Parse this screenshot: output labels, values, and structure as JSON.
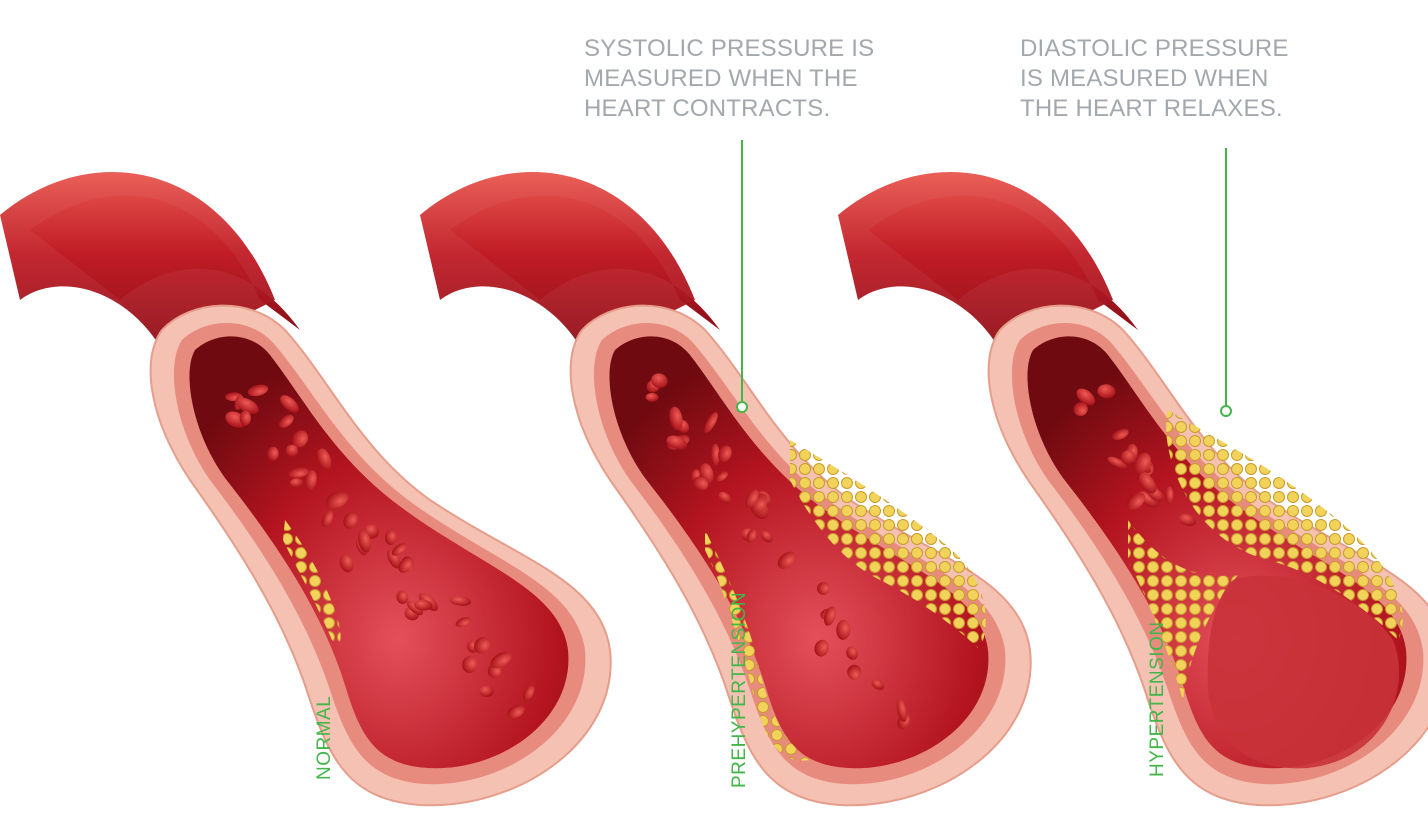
{
  "captions": {
    "systolic": {
      "lines": [
        "SYSTOLIC PRESSURE IS",
        "MEASURED WHEN THE",
        "HEART CONTRACTS."
      ]
    },
    "diastolic": {
      "lines": [
        "DIASTOLIC PRESSURE",
        "IS MEASURED WHEN",
        "THE HEART RELAXES."
      ]
    }
  },
  "vessels": [
    {
      "label": "NORMAL",
      "plaque": "thin"
    },
    {
      "label": "PREHYPERTENSION",
      "plaque": "moderate"
    },
    {
      "label": "HYPERTENSION",
      "plaque": "severe"
    }
  ],
  "colors": {
    "caption_text": "#a3a8ad",
    "label_green": "#43b649",
    "leader_line": "#43b649",
    "vessel_outer": "#c4202a",
    "vessel_wall": "#f2b7a6",
    "lumen": "#b8141f",
    "blood_cell": "#d11f24",
    "plaque": "#e8c84a"
  }
}
